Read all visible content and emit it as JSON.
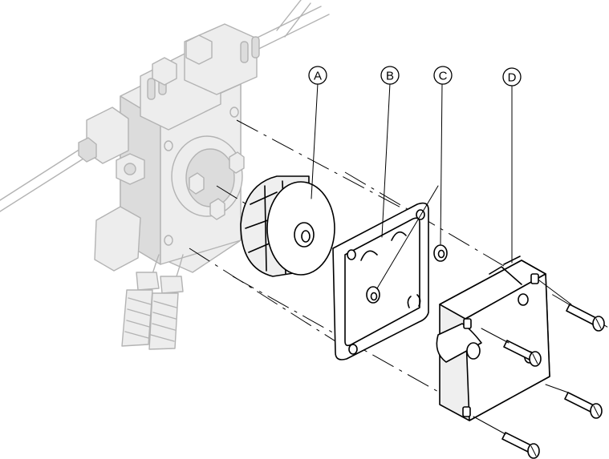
{
  "callouts": [
    {
      "id": "A",
      "label": "A"
    },
    {
      "id": "B",
      "label": "B"
    },
    {
      "id": "C",
      "label": "C"
    },
    {
      "id": "D",
      "label": "D"
    }
  ],
  "colors": {
    "line": "#000000",
    "ghost": "#b3b3b3",
    "fill_light": "#ededed"
  }
}
